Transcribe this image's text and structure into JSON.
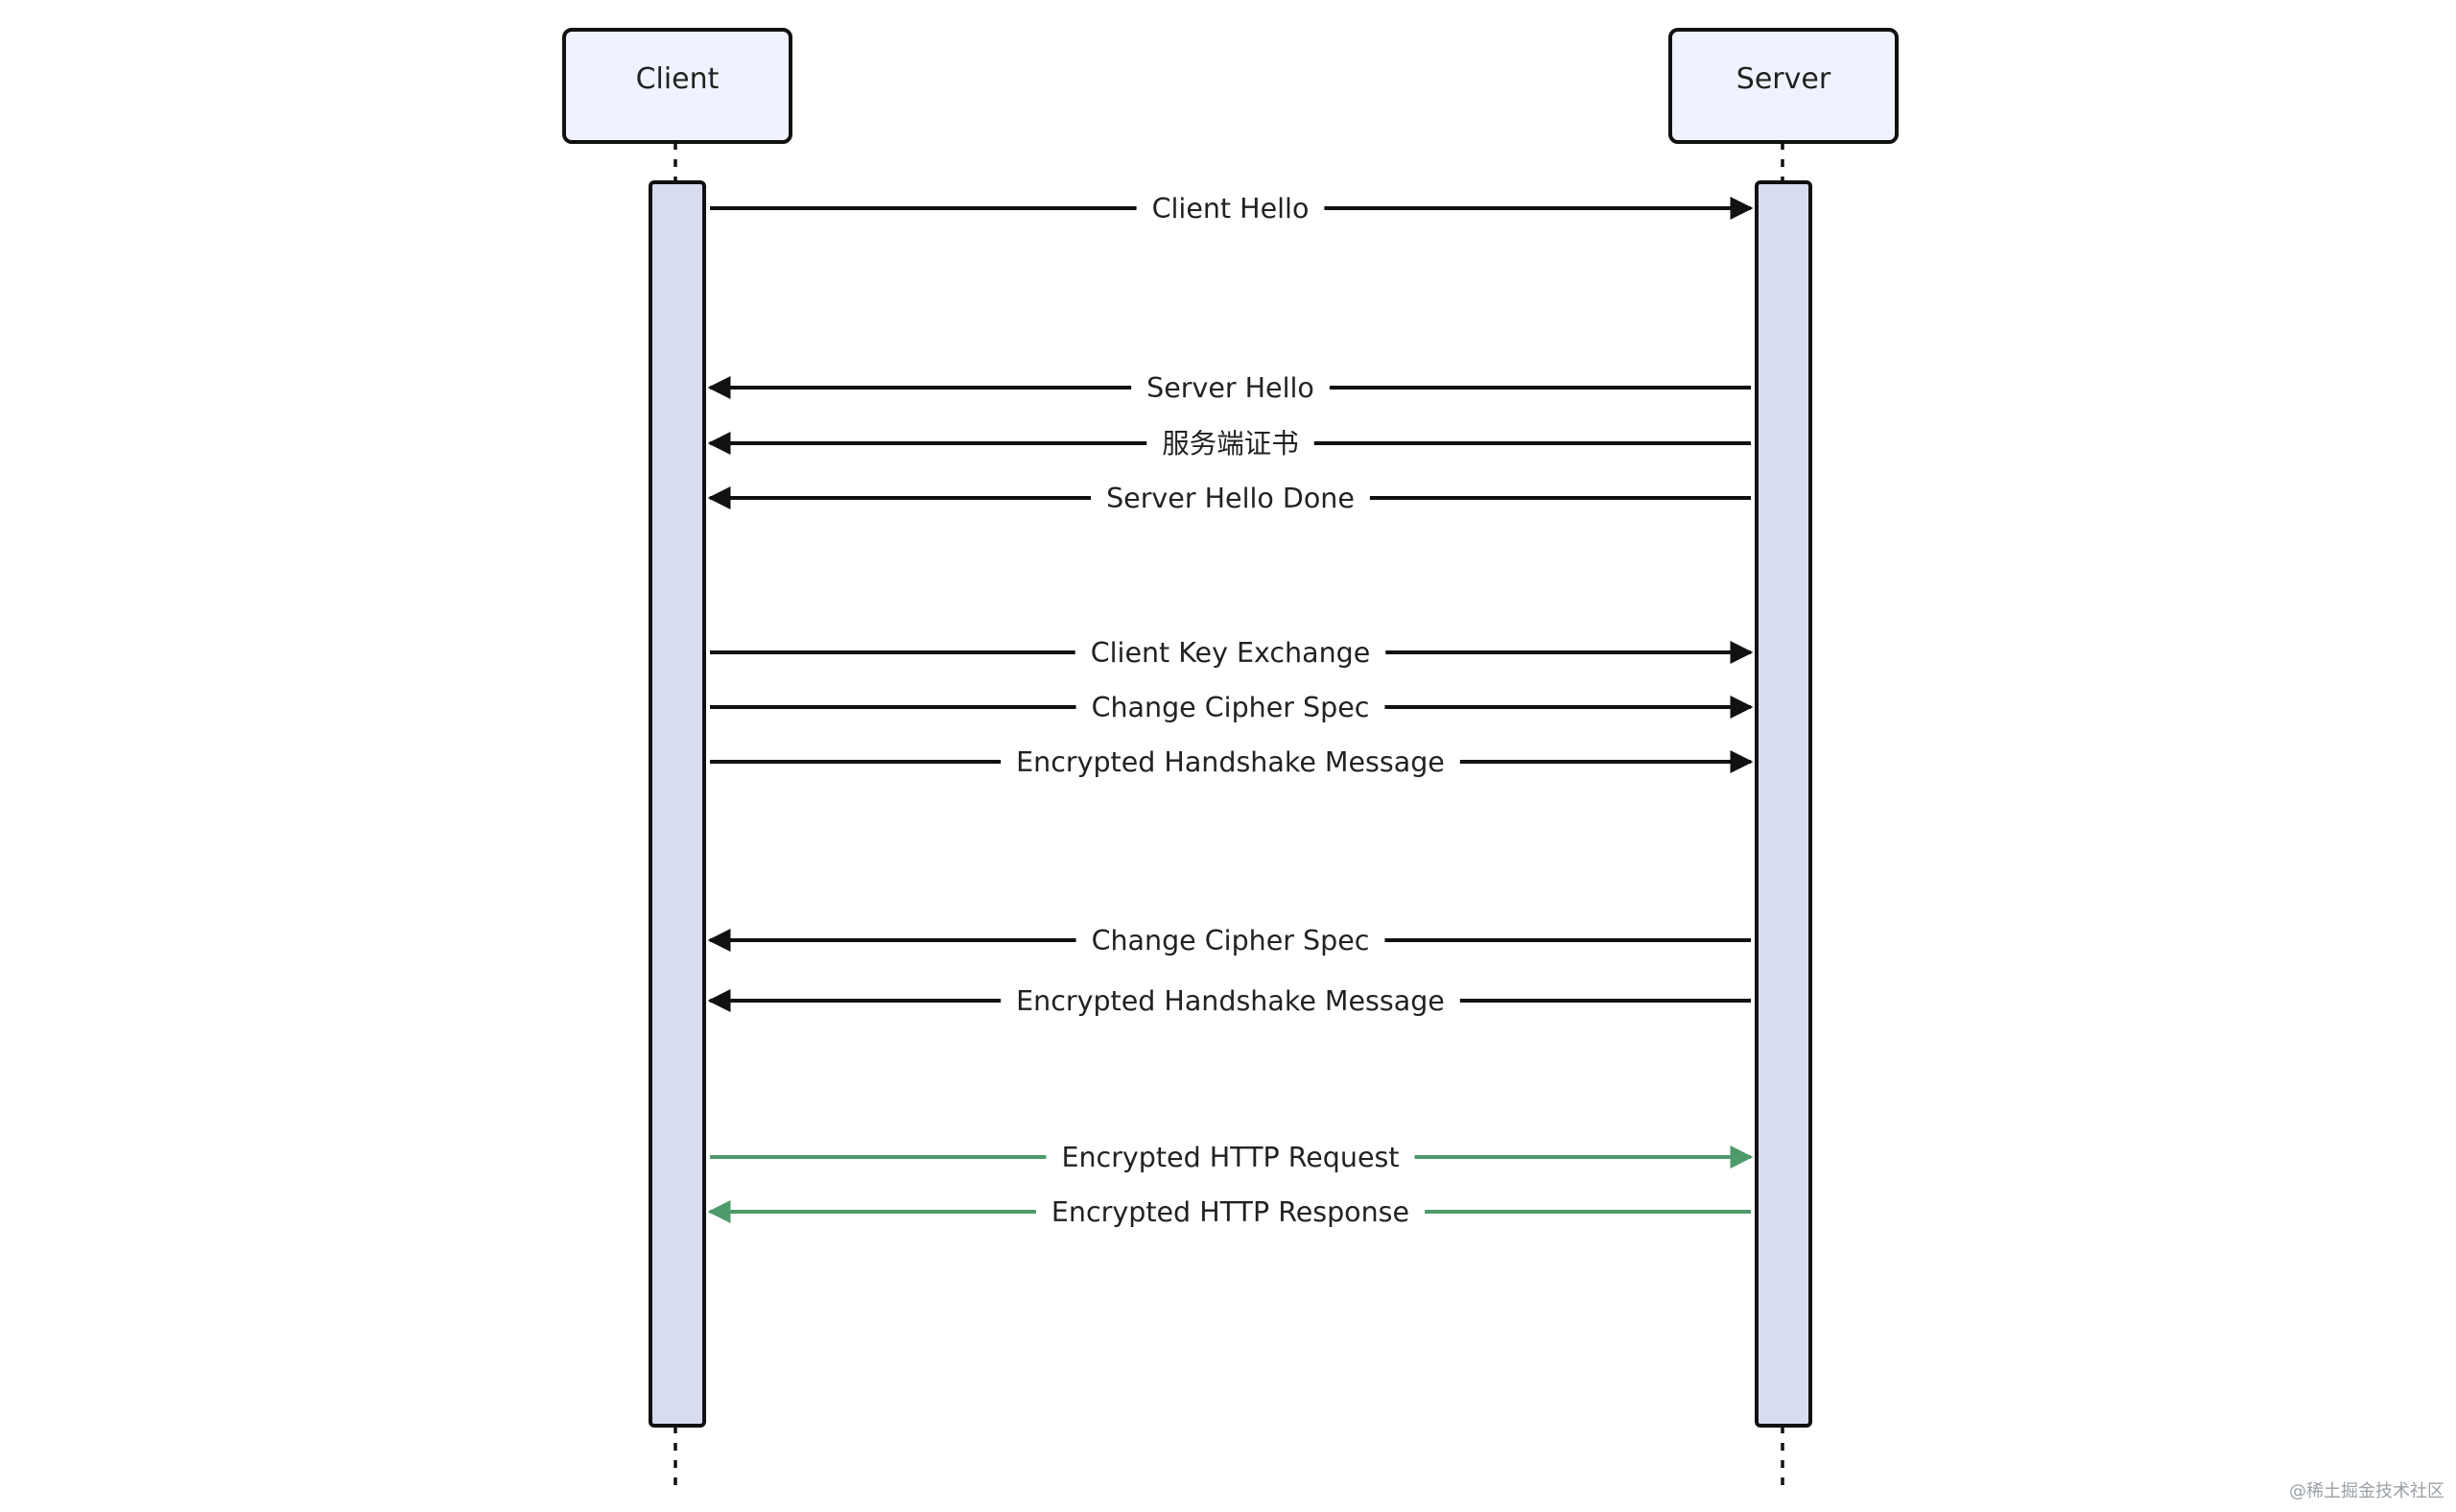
{
  "participants": [
    {
      "id": "client",
      "label": "Client"
    },
    {
      "id": "server",
      "label": "Server"
    }
  ],
  "messages": [
    {
      "label": "Client Hello",
      "direction": "client-to-server",
      "style": "handshake"
    },
    {
      "label": "Server Hello",
      "direction": "server-to-client",
      "style": "handshake"
    },
    {
      "label": "服务端证书",
      "direction": "server-to-client",
      "style": "handshake"
    },
    {
      "label": "Server Hello Done",
      "direction": "server-to-client",
      "style": "handshake"
    },
    {
      "label": "Client Key Exchange",
      "direction": "client-to-server",
      "style": "handshake"
    },
    {
      "label": "Change Cipher Spec",
      "direction": "client-to-server",
      "style": "handshake"
    },
    {
      "label": "Encrypted Handshake Message",
      "direction": "client-to-server",
      "style": "handshake"
    },
    {
      "label": "Change Cipher Spec",
      "direction": "server-to-client",
      "style": "handshake"
    },
    {
      "label": "Encrypted Handshake Message",
      "direction": "server-to-client",
      "style": "handshake"
    },
    {
      "label": "Encrypted HTTP Request",
      "direction": "client-to-server",
      "style": "encrypted"
    },
    {
      "label": "Encrypted HTTP Response",
      "direction": "server-to-client",
      "style": "encrypted"
    }
  ],
  "colors": {
    "handshake": "#111111",
    "encrypted": "#4e9a6a",
    "label_text": "#222222",
    "participant_fill": "#f0f3fe",
    "activation_fill": "#d7dcf3"
  },
  "watermark": "@稀土掘金技术社区"
}
